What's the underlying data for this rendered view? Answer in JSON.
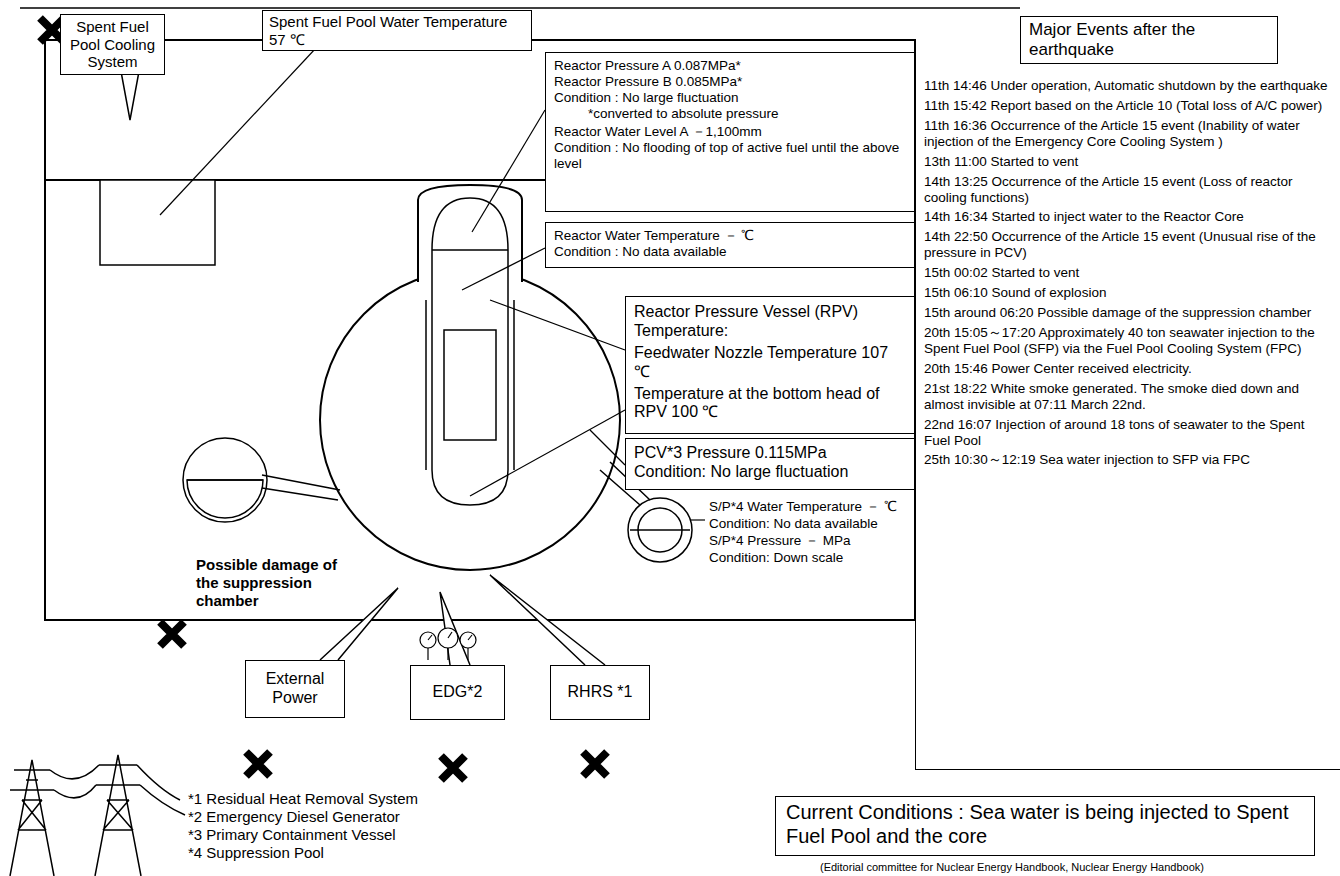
{
  "diagram": {
    "nodes": [
      {
        "text": [
          "Spent Fuel Pool Cooling System"
        ]
      },
      {
        "text": [
          "Spent Fuel Pool Water Temperature 57 ℃"
        ]
      },
      {
        "text": [
          "Reactor Pressure A 0.087MPa*",
          "Reactor Pressure B 0.085MPa*",
          "Condition : No large fluctuation",
          "*converted to absolute pressure",
          "Reactor Water Level A －1,100mm",
          "Condition : No flooding of top of active fuel until the above level"
        ]
      },
      {
        "text": [
          "Reactor Water Temperature － ℃",
          "Condition : No data available"
        ]
      },
      {
        "text": [
          "Reactor Pressure Vessel (RPV) Temperature:",
          "Feedwater Nozzle Temperature 107 ℃",
          "Temperature at the bottom head of RPV 100 ℃"
        ]
      },
      {
        "text": [
          "PCV*3 Pressure 0.115MPa",
          "Condition: No large fluctuation"
        ]
      },
      {
        "text": [
          "S/P*4 Water Temperature － ℃",
          "Condition: No data available",
          "S/P*4 Pressure － MPa",
          "Condition: Down scale"
        ]
      },
      {
        "text": [
          "External Power"
        ]
      },
      {
        "text": [
          "EDG*2"
        ]
      },
      {
        "text": [
          "RHRS *1"
        ]
      },
      {
        "text": [
          "Major Events after the earthquake"
        ]
      },
      {
        "text": [
          "11th 14:46 Under operation, Automatic shutdown by the earthquake",
          "11th 15:42 Report based on the Article 10 (Total loss of A/C power)",
          "11th 16:36 Occurrence of the Article 15 event (Inability of water injection of the Emergency Core Cooling System )",
          "13th 11:00 Started to vent",
          "14th 13:25 Occurrence of the Article 15 event (Loss of reactor cooling functions)",
          "14th 16:34 Started to inject water to the Reactor Core",
          "14th 22:50 Occurrence of the Article 15 event (Unusual rise of the pressure in PCV)",
          "15th 00:02 Started to vent",
          "15th 06:10 Sound of explosion",
          "15th around 06:20 Possible damage of the suppression chamber",
          "20th 15:05～17:20 Approximately 40 ton seawater injection to the Spent Fuel Pool (SFP) via the Fuel Pool Cooling System (FPC)",
          "20th 15:46 Power Center received electricity.",
          "21st 18:22 White smoke generated. The smoke died down and almost invisible at 07:11 March 22nd.",
          "22nd 16:07 Injection of around 18 tons of seawater to the Spent Fuel Pool",
          "25th 10:30～12:19 Sea water injection to SFP via FPC"
        ]
      },
      {
        "text": [
          "Current Conditions : Sea water is being injected to Spent Fuel Pool and the core"
        ]
      }
    ],
    "labels": [
      "Possible damage of the suppression chamber",
      "*1 Residual Heat Removal System",
      "*2 Emergency Diesel Generator",
      "*3 Primary Containment Vessel",
      "*4 Suppression Pool",
      "(Editorial committee for Nuclear Energy Handbook, Nuclear Energy Handbook)"
    ]
  }
}
